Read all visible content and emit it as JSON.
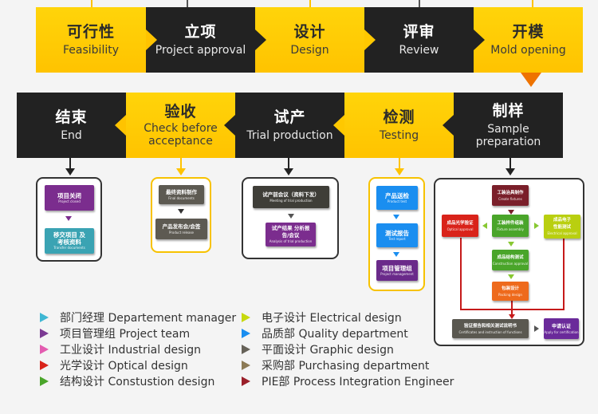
{
  "top_row": [
    {
      "id": "feasibility",
      "zh": "可行性",
      "en": "Feasibility",
      "style": "yellow",
      "connector_color": "#ffc300"
    },
    {
      "id": "project-approval",
      "zh": "立项",
      "en": "Project approval",
      "style": "dark",
      "connector_color": "#555555"
    },
    {
      "id": "design",
      "zh": "设计",
      "en": "Design",
      "style": "yellow",
      "connector_color": "#ffc300"
    },
    {
      "id": "review",
      "zh": "评审",
      "en": "Review",
      "style": "dark",
      "connector_color": "#555555"
    },
    {
      "id": "mold-opening",
      "zh": "开模",
      "en": "Mold opening",
      "style": "yellow",
      "connector_color": "#ffc300"
    }
  ],
  "bottom_row": [
    {
      "id": "end",
      "zh": "结束",
      "en": "End",
      "style": "dark"
    },
    {
      "id": "check-before-acceptance",
      "zh": "验收",
      "en": "Check before acceptance",
      "style": "yellow"
    },
    {
      "id": "trial-production",
      "zh": "试产",
      "en": "Trial production",
      "style": "dark"
    },
    {
      "id": "testing",
      "zh": "检测",
      "en": "Testing",
      "style": "yellow"
    },
    {
      "id": "sample-preparation",
      "zh": "制样",
      "en": "Sample preparation",
      "style": "dark"
    }
  ],
  "detail_cards": {
    "end": [
      {
        "zh": "项目关闭",
        "en": "Project closed",
        "color": "#7b2d8e"
      },
      {
        "zh": "移交项目 及考核资料",
        "en": "Transfer documents",
        "color": "#3aa3b3"
      }
    ],
    "check_before_acceptance": [
      {
        "zh": "最终资料制作",
        "en": "Final documents",
        "color": "#5d5a52"
      },
      {
        "zh": "产品发布会/会签",
        "en": "Product release",
        "color": "#5d5a52"
      }
    ],
    "trial_production": [
      {
        "zh": "试产前会议（资料下发）",
        "en": "Meeting of trial production",
        "color": "#3f3e38"
      },
      {
        "zh": "试产结果 分析报告/会议",
        "en": "Analysis of trial production",
        "color": "#7b2d8e"
      }
    ],
    "testing": [
      {
        "zh": "产品送检",
        "en": "Product test",
        "color": "#1a8ef0"
      },
      {
        "zh": "测试报告",
        "en": "Test report",
        "color": "#1a8ef0"
      },
      {
        "zh": "项目管理组",
        "en": "Project management",
        "color": "#6a2a8a"
      }
    ],
    "sample_preparation": {
      "create_fixtures": {
        "zh": "工装治具制作",
        "en": "Create fixtures",
        "color": "#7a1f2a"
      },
      "optical_approval": {
        "zh": "成品光学验证",
        "en": "Optical approval",
        "color": "#d9231a"
      },
      "fixture_assembly": {
        "zh": "工装样件组装",
        "en": "Fixture assembly",
        "color": "#4aa52a"
      },
      "electrical_approval": {
        "zh": "成品电子 性能测试",
        "en": "Electrical approval",
        "color": "#b9cf10"
      },
      "construction_approval": {
        "zh": "成品结构测试",
        "en": "Construction approval",
        "color": "#4aa52a"
      },
      "packing_design": {
        "zh": "包装设计",
        "en": "Packing design",
        "color": "#ee6a1c"
      },
      "certificates": {
        "zh": "验证报告和相关测试说明书",
        "en": "Certificates and instruction of functions",
        "color": "#5a5850"
      },
      "apply_certification": {
        "zh": "申请认证",
        "en": "Apply for certification",
        "color": "#6a2a9a"
      }
    }
  },
  "legend": {
    "left": [
      {
        "zh": "部门经理",
        "en": "Departement manager",
        "color": "#3fb7d3"
      },
      {
        "zh": "项目管理组",
        "en": "Project team",
        "color": "#7b3a93"
      },
      {
        "zh": "工业设计",
        "en": "Industrial design",
        "color": "#e35cb0"
      },
      {
        "zh": "光学设计",
        "en": "Optical design",
        "color": "#d9231a"
      },
      {
        "zh": "结构设计",
        "en": "Constustion design",
        "color": "#4aa52a"
      }
    ],
    "right": [
      {
        "zh": "电子设计",
        "en": "Electrical design",
        "color": "#c7d90e"
      },
      {
        "zh": "品质部",
        "en": "Quality department",
        "color": "#1a8ef0"
      },
      {
        "zh": "平面设计",
        "en": "Graphic design",
        "color": "#666258"
      },
      {
        "zh": "采购部",
        "en": "Purchasing department",
        "color": "#8c7a55"
      },
      {
        "zh": "PIE部",
        "en": "Process Integration Engineer",
        "color": "#9a1f2a"
      }
    ]
  },
  "colors": {
    "yellow": "#ffc300",
    "dark": "#222222",
    "orange_pointer": "#ee7300"
  }
}
